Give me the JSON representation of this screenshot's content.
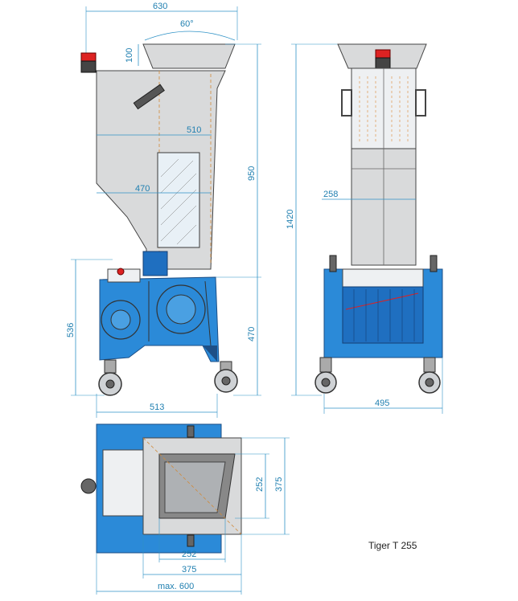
{
  "title": "Tiger T 255",
  "dimensions": {
    "side_width": "630",
    "hopper_angle": "60°",
    "hopper_height": "100",
    "inner_width": "510",
    "lower_width": "470",
    "upper_height": "950",
    "total_height": "1420",
    "base_height": "536",
    "base_lower_height": "470",
    "base_width": "513",
    "front_inner_width": "258",
    "front_base_width": "495",
    "top_opening_v": "252",
    "top_opening_v_outer": "375",
    "top_opening_h": "252",
    "top_opening_h_outer": "375",
    "top_max": "max. 600"
  },
  "colors": {
    "frame_blue": "#2b8ad8",
    "dimension_blue": "#2f92c6",
    "body_grey": "#d9dadb",
    "lamp_red": "#d22"
  }
}
